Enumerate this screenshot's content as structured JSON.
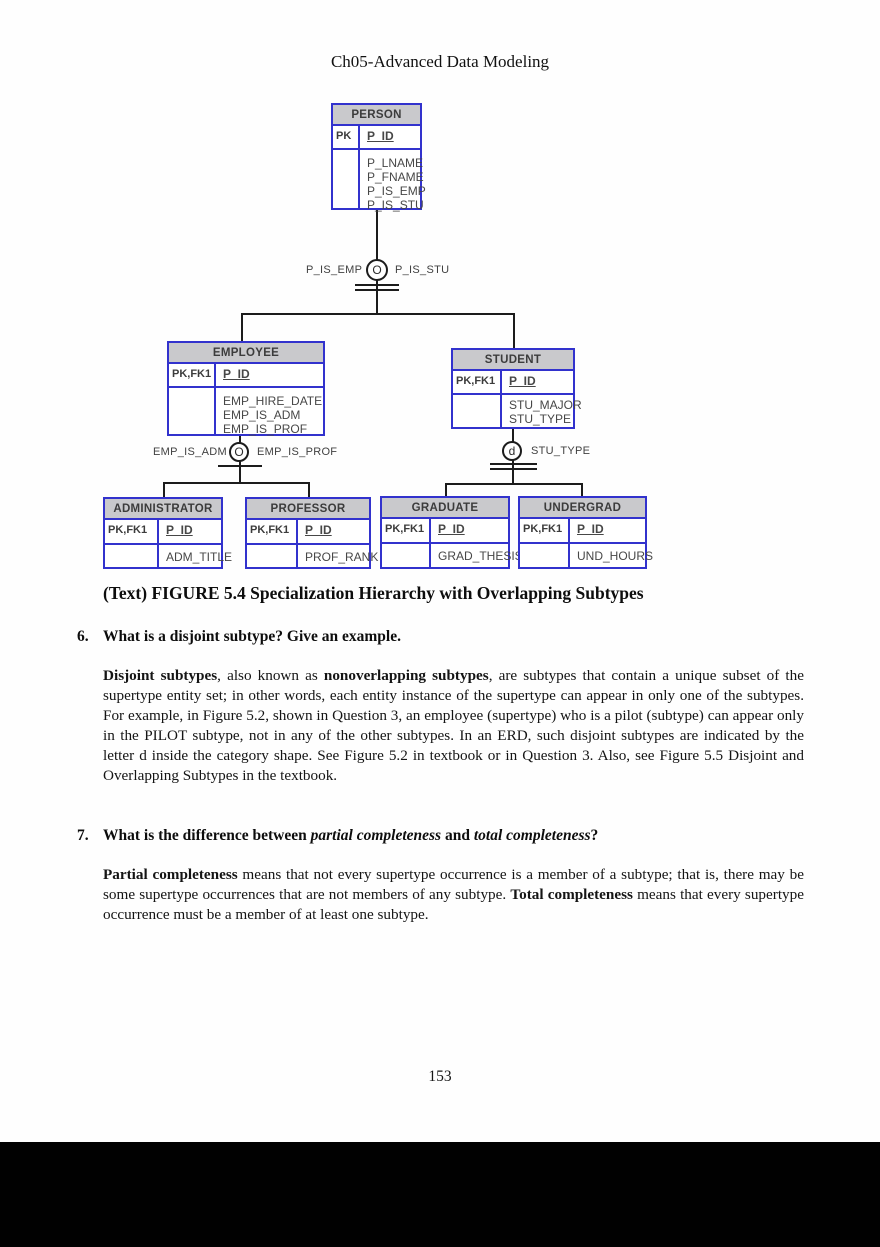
{
  "header": {
    "title": "Ch05-Advanced Data Modeling"
  },
  "figure_caption": "(Text) FIGURE 5.4 Specialization Hierarchy with Overlapping Subtypes",
  "diagram": {
    "tables": [
      {
        "name": "PERSON",
        "key": "PK",
        "id": "P_ID",
        "attrs": [
          "P_LNAME",
          "P_FNAME",
          "P_IS_EMP",
          "P_IS_STU"
        ]
      },
      {
        "name": "EMPLOYEE",
        "key": "PK,FK1",
        "id": "P_ID",
        "attrs": [
          "EMP_HIRE_DATE",
          "EMP_IS_ADM",
          "EMP_IS_PROF"
        ]
      },
      {
        "name": "STUDENT",
        "key": "PK,FK1",
        "id": "P_ID",
        "attrs": [
          "STU_MAJOR",
          "STU_TYPE"
        ]
      },
      {
        "name": "ADMINISTRATOR",
        "key": "PK,FK1",
        "id": "P_ID",
        "attrs": [
          "ADM_TITLE"
        ]
      },
      {
        "name": "PROFESSOR",
        "key": "PK,FK1",
        "id": "P_ID",
        "attrs": [
          "PROF_RANK"
        ]
      },
      {
        "name": "GRADUATE",
        "key": "PK,FK1",
        "id": "P_ID",
        "attrs": [
          "GRAD_THESIS"
        ]
      },
      {
        "name": "UNDERGRAD",
        "key": "PK,FK1",
        "id": "P_ID",
        "attrs": [
          "UND_HOURS"
        ]
      }
    ],
    "connectors": [
      {
        "symbol": "O",
        "left_label": "P_IS_EMP",
        "right_label": "P_IS_STU",
        "completeness": "total"
      },
      {
        "symbol": "O",
        "left_label": "EMP_IS_ADM",
        "right_label": "EMP_IS_PROF",
        "completeness": "partial"
      },
      {
        "symbol": "d",
        "right_label": "STU_TYPE",
        "completeness": "total"
      }
    ],
    "colors": {
      "table_border": "#3232cd",
      "header_fill": "#c9c9cc",
      "line": "#1c1c1c"
    }
  },
  "qa6": {
    "number": "6.",
    "question": "What is a disjoint subtype? Give an example.",
    "answer": {
      "b1": "Disjoint subtypes",
      "t1": ", also known as ",
      "b2": "nonoverlapping subtypes",
      "t2": ", are subtypes that contain a unique subset of the supertype entity set; in other words, each entity instance of the supertype can appear in only one of the subtypes. For example, in Figure 5.2, shown in Question 3, an employee (supertype) who is a pilot (subtype) can appear only in the PILOT subtype, not in any of the other subtypes. In an ERD, such disjoint subtypes are indicated by the letter d inside the category shape. See Figure 5.2 in textbook or in Question 3. Also, see Figure 5.5 Disjoint and Overlapping Subtypes in the textbook."
    }
  },
  "qa7": {
    "number": "7.",
    "question": {
      "t1": "What is the difference between ",
      "i1": "partial completeness",
      "t2": " and ",
      "i2": "total completeness",
      "t3": "?"
    },
    "answer": {
      "b1": "Partial completeness",
      "t1": " means that not every supertype occurrence is a member of a subtype; that is, there may be some supertype occurrences that are not members of any subtype. ",
      "b2": "Total completeness",
      "t2": " means that every supertype occurrence must be a member of at least one subtype."
    }
  },
  "page_number": "153"
}
